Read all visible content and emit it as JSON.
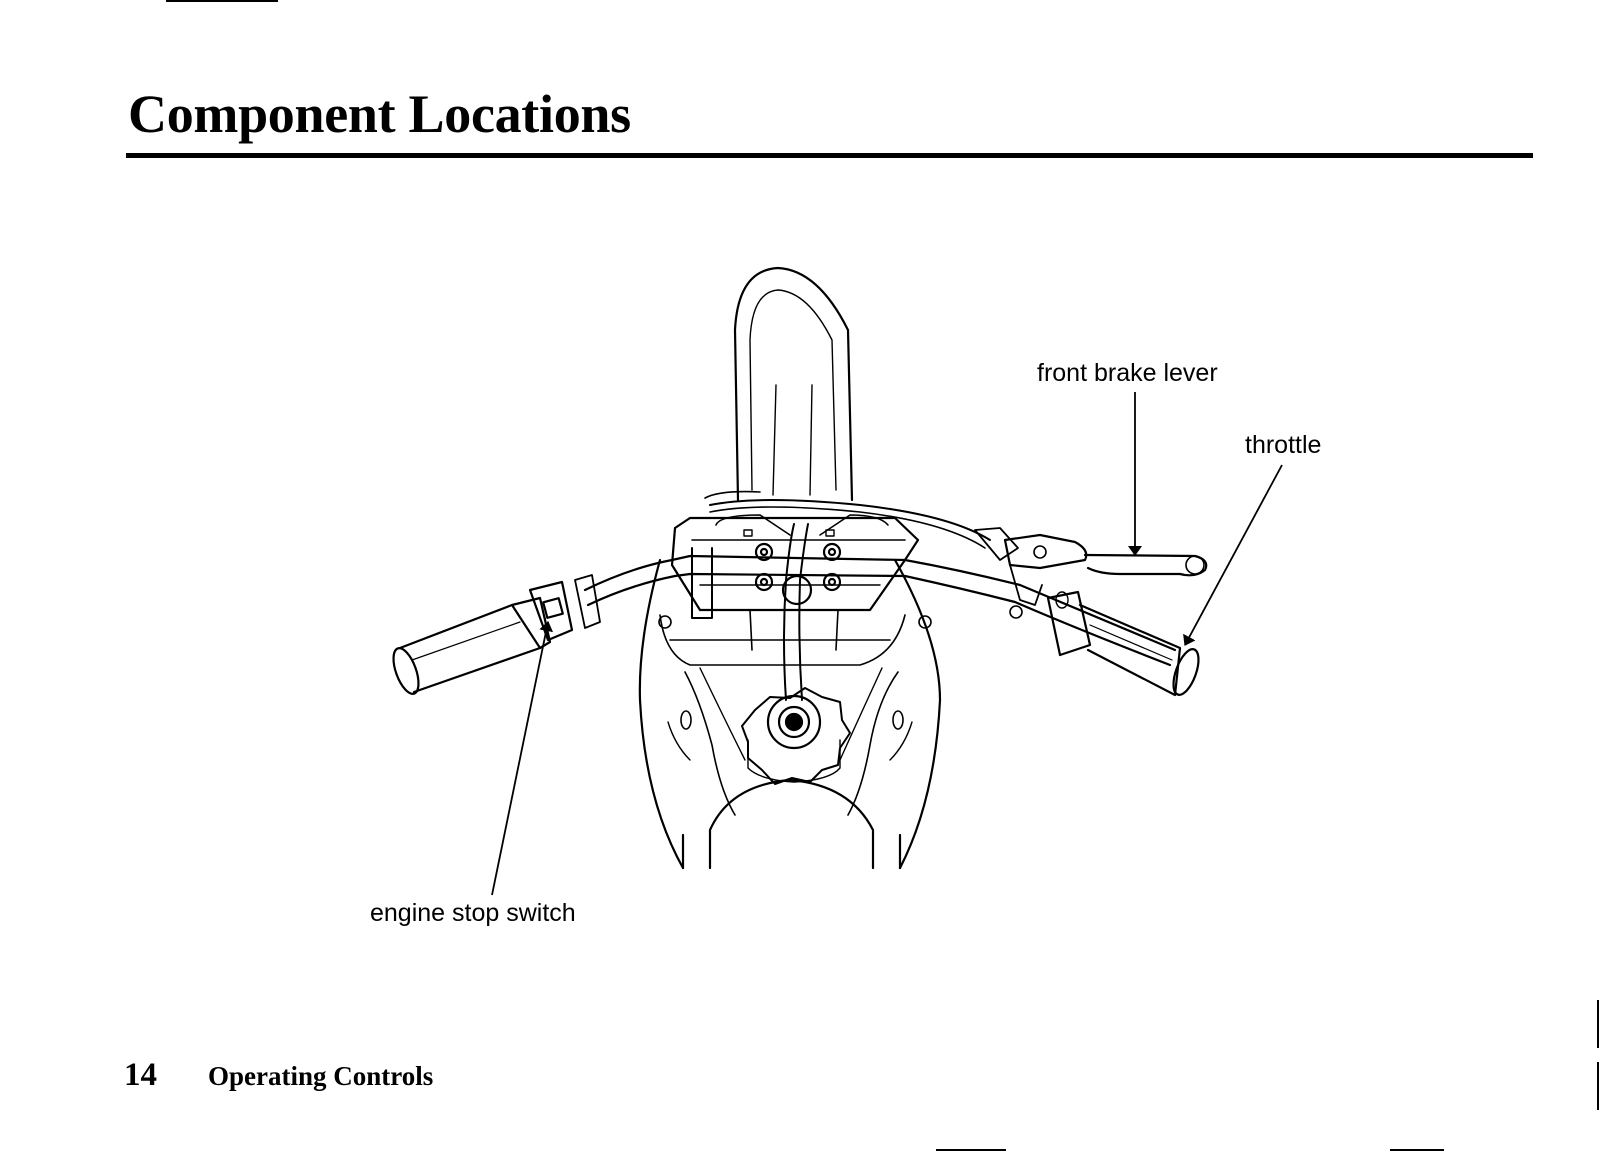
{
  "page": {
    "title": "Component Locations",
    "page_number": "14",
    "section": "Operating Controls"
  },
  "diagram": {
    "subject": "motorcycle handlebar, top view",
    "callouts": {
      "front_brake_lever": "front brake lever",
      "throttle": "throttle",
      "engine_stop_switch": "engine stop switch"
    }
  }
}
